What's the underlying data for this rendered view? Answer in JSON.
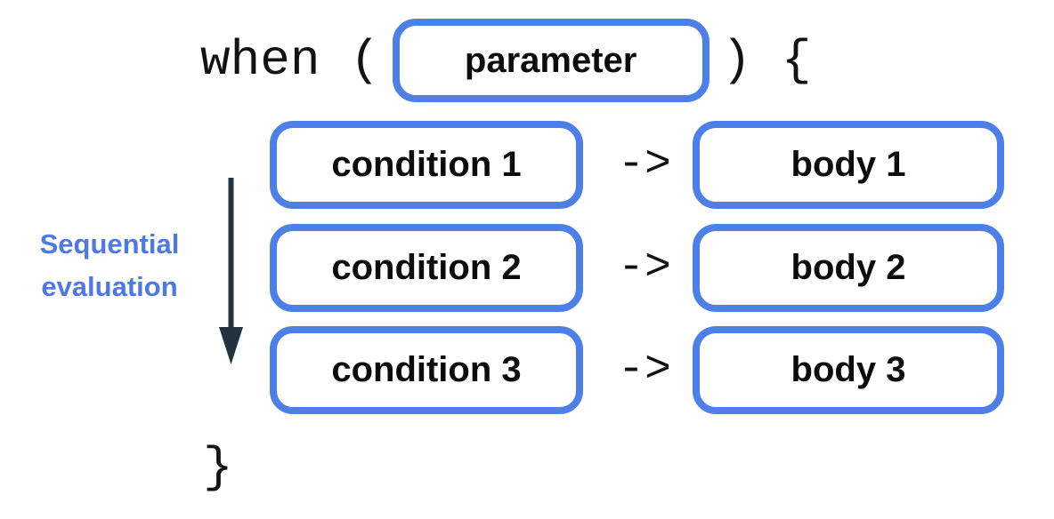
{
  "diagram": {
    "code": {
      "when_open": "when (",
      "paren_close": ") {",
      "brace_close": "}"
    },
    "parameter_label": "parameter",
    "arrow_symbol": "->",
    "rows": [
      {
        "condition": "condition 1",
        "body": "body 1"
      },
      {
        "condition": "condition 2",
        "body": "body 2"
      },
      {
        "condition": "condition 3",
        "body": "body 3"
      }
    ],
    "side_label": {
      "line1": "Sequential",
      "line2": "evaluation"
    },
    "colors": {
      "box_border_blue": "#4d7fe8",
      "side_label_blue": "#4c79e4",
      "sequence_arrow_dark": "#22333f",
      "code_text": "#121212"
    }
  }
}
